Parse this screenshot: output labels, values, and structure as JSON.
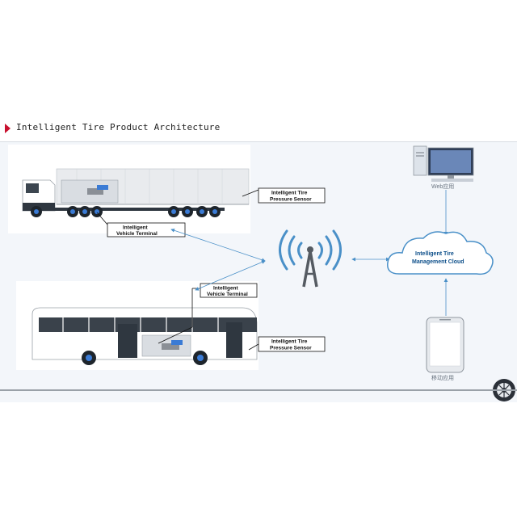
{
  "title": "Intelligent Tire Product Architecture",
  "labels": {
    "truck_sensor_line1": "Intelligent Tire",
    "truck_sensor_line2": "Pressure Sensor",
    "truck_terminal_line1": "Intelligent",
    "truck_terminal_line2": "Vehicle Terminal",
    "bus_terminal_line1": "Intelligent",
    "bus_terminal_line2": "Vehicle Terminal",
    "bus_sensor_line1": "Intelligent Tire",
    "bus_sensor_line2": "Pressure Sensor"
  },
  "cloud": {
    "line1": "Intelligent Tire",
    "line2": "Management Cloud"
  },
  "web_app": "Web应用",
  "mobile_app": "移动应用",
  "icons": [
    "tower-icon",
    "cloud-icon",
    "desktop-computer-icon",
    "smartphone-icon",
    "tire-logo-icon"
  ],
  "colors": {
    "accent": "#c8102e",
    "arrow": "#4a90c8",
    "cloud_stroke": "#4a90c8",
    "background": "#f3f6fa"
  }
}
